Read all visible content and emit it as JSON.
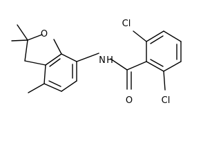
{
  "molecule": {
    "atoms": {
      "oxygen_ring": "O",
      "amide_nitrogen": "N",
      "amide_hydrogen": "H",
      "carbonyl_oxygen": "O",
      "chlorine_top": "Cl",
      "chlorine_bottom": "Cl"
    }
  },
  "colors": {
    "bond": "#000000",
    "label": "#000000",
    "background": "#ffffff"
  }
}
